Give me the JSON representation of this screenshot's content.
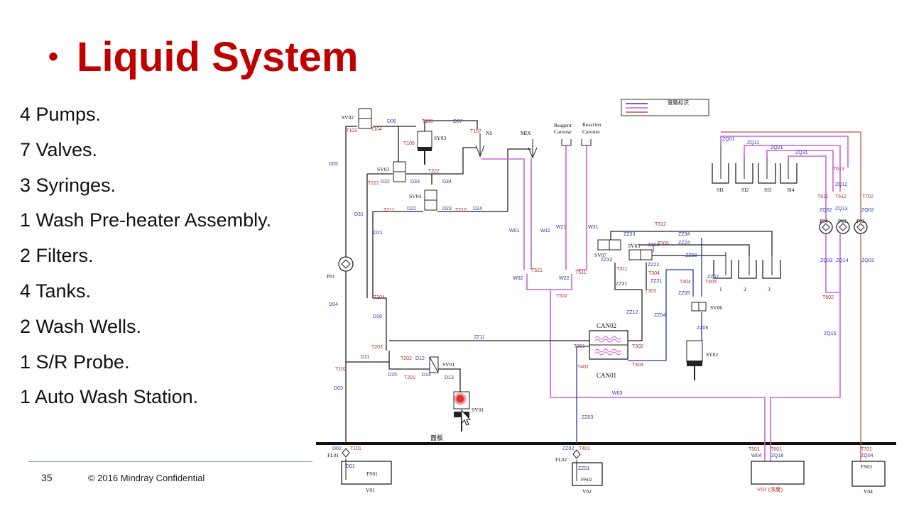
{
  "slide": {
    "title": "Liquid System",
    "items": [
      "4 Pumps.",
      "7 Valves.",
      "3 Syringes.",
      "1 Wash Pre-heater Assembly.",
      "2 Filters.",
      "4 Tanks.",
      "2 Wash Wells.",
      "1 S/R Probe.",
      "1 Auto Wash Station."
    ],
    "page_number": "35",
    "copyright": "© 2016 Mindray Confidential"
  },
  "diagram": {
    "legend_title": "管路标识",
    "panel_label": "面板",
    "components": {
      "sv02": "SV02",
      "sv03": "SV03",
      "sv04": "SV04",
      "sv01": "SV01",
      "sv05": "SV05",
      "sv06": "SV06",
      "sv07": "SV07",
      "sy03": "SY03",
      "sy01": "SY01",
      "sy02": "SY02",
      "p01": "P01",
      "p02": "P02",
      "p03": "P03",
      "p04": "P04",
      "ns": "NS",
      "mix": "MIX",
      "reagent_carousel": [
        "Reagent",
        "Carouse"
      ],
      "reaction_carousel": [
        "Reaction",
        "Carouse"
      ],
      "can01": "CAN01",
      "can02": "CAN02",
      "si1": "SI1",
      "si2": "SI2",
      "si3": "SI3",
      "si4": "SI4",
      "well1": "1",
      "well2": "2",
      "well3": "3",
      "fl01": "FL01",
      "fl02": "FL02",
      "fs01": "FS01",
      "fs02": "FS02",
      "fs03": "FS03",
      "v01": "V01",
      "v02": "V02",
      "v03": "V03",
      "v03_suffix": "(浓度)",
      "v04": "V04"
    },
    "tubes": {
      "d05": "D05",
      "d06": "D06",
      "d07": "D07",
      "d04": "D04",
      "d03": "D03",
      "d02": "D02",
      "d01": "D01",
      "d31": "D31",
      "d21": "D21",
      "d16": "D16",
      "d11": "D11",
      "d15": "D15",
      "d14": "D14",
      "d13": "D13",
      "d12": "D12",
      "d32": "D32",
      "d33": "D33",
      "d34": "D34",
      "d22": "D22",
      "d23": "D23",
      "d24": "D24",
      "t103": "T103",
      "t104": "T104",
      "t105": "T105",
      "t106": "T106",
      "t107": "T107",
      "t221": "T221",
      "t222": "T222",
      "t211": "T211",
      "t212": "T212",
      "t204": "T204",
      "t203": "T203",
      "t202": "T202",
      "t201": "T201",
      "t102": "T102",
      "t101": "T101",
      "w01": "W01",
      "w11": "W11",
      "w21": "W21",
      "w31": "W31",
      "w02": "W02",
      "w22": "W22",
      "w03": "W03",
      "w04": "W04",
      "t521": "T521",
      "t511": "T511",
      "t502": "T502",
      "t501": "T501",
      "zz33": "ZZ33",
      "zz34": "ZZ34",
      "zz32": "ZZ32",
      "zz23": "ZZ23",
      "zz24": "ZZ24",
      "zz22": "ZZ22",
      "zz21": "ZZ21",
      "zz31": "ZZ31",
      "zz12": "ZZ12",
      "zz11": "ZZ11",
      "zz08": "ZZ08",
      "zz07": "ZZ07",
      "zz05": "ZZ05",
      "zz04": "ZZ04",
      "zz06": "ZZ06",
      "zz03": "ZZ03",
      "zz02": "ZZ02",
      "zz01": "ZZ01",
      "t312": "T312",
      "t305": "T305",
      "t311": "T311",
      "t304": "T304",
      "t303": "T303",
      "t301": "T301",
      "t302": "T302",
      "t402": "T402",
      "t403": "T403",
      "t404": "T404",
      "t405": "T405",
      "t401": "T401",
      "zq01": "ZQ01",
      "zq11": "ZQ11",
      "zq21": "ZQ21",
      "zq31": "ZQ31",
      "zq12": "ZQ12",
      "zq13": "ZQ13",
      "zq32": "ZQ32",
      "zq02": "ZQ02",
      "zq33": "ZQ33",
      "zq14": "ZQ14",
      "zq03": "ZQ03",
      "zq15": "ZQ15",
      "zq16": "ZQ16",
      "zq04": "ZQ04",
      "t613": "T613",
      "t611": "T611",
      "t612": "T612",
      "t702": "T702",
      "t602": "T602",
      "t601": "T601",
      "t701": "T701"
    }
  }
}
